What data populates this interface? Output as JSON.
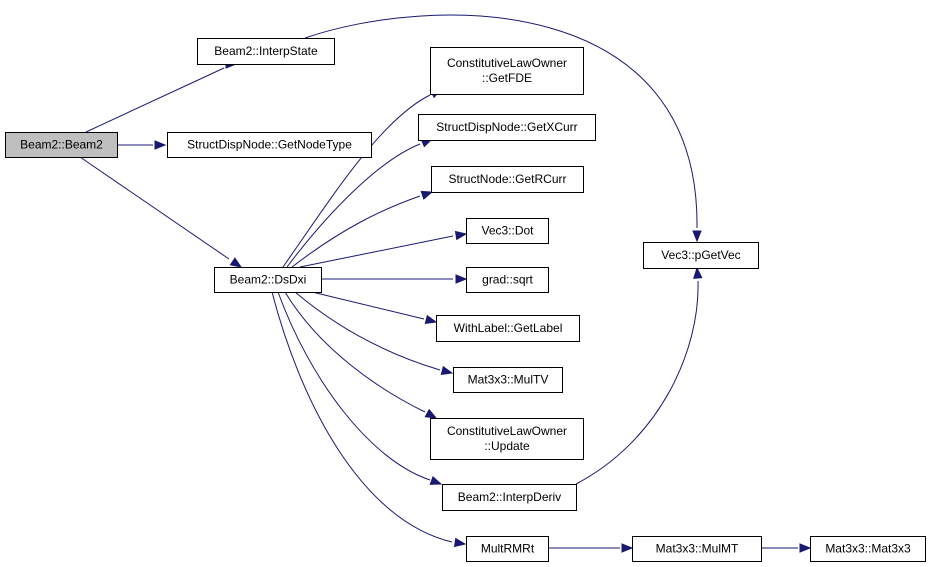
{
  "graph": {
    "edge_color": "#191970",
    "root_fill": "#bfbfbf",
    "nodes": {
      "beam2_beam2": [
        "Beam2::Beam2"
      ],
      "beam2_interpstate": [
        "Beam2::InterpState"
      ],
      "structdispnode_getnodetype": [
        "StructDispNode::GetNodeType"
      ],
      "beam2_dsdxi": [
        "Beam2::DsDxi"
      ],
      "constitutivelawowner_getfde": [
        "ConstitutiveLawOwner",
        "::GetFDE"
      ],
      "structdispnode_getxcurr": [
        "StructDispNode::GetXCurr"
      ],
      "structnode_getrcurr": [
        "StructNode::GetRCurr"
      ],
      "vec3_dot": [
        "Vec3::Dot"
      ],
      "grad_sqrt": [
        "grad::sqrt"
      ],
      "withlabel_getlabel": [
        "WithLabel::GetLabel"
      ],
      "mat3x3_multv": [
        "Mat3x3::MulTV"
      ],
      "constitutivelawowner_update": [
        "ConstitutiveLawOwner",
        "::Update"
      ],
      "beam2_interpderiv": [
        "Beam2::InterpDeriv"
      ],
      "multrmrt": [
        "MultRMRt"
      ],
      "mat3x3_mulmt": [
        "Mat3x3::MulMT"
      ],
      "mat3x3_mat3x3": [
        "Mat3x3::Mat3x3"
      ],
      "vec3_pgetvec": [
        "Vec3::pGetVec"
      ]
    }
  }
}
